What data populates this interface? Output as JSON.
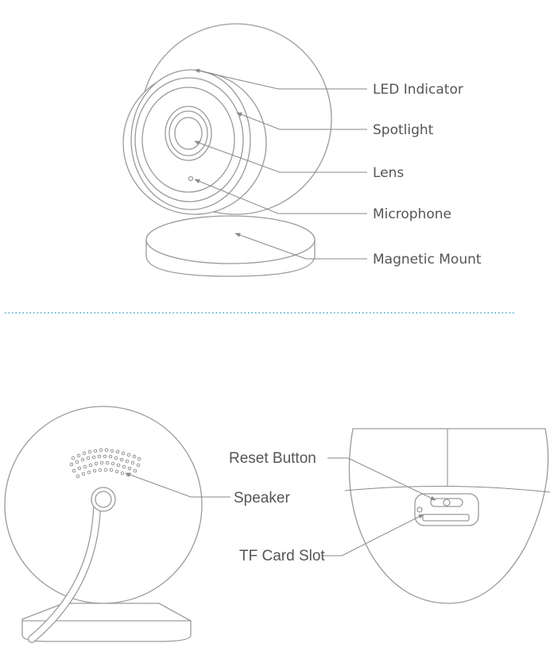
{
  "front_view": {
    "callouts": {
      "led": "LED Indicator",
      "spotlight": "Spotlight",
      "lens": "Lens",
      "microphone": "Microphone",
      "mount": "Magnetic Mount"
    }
  },
  "back_view": {
    "callouts": {
      "speaker": "Speaker"
    }
  },
  "bottom_view": {
    "callouts": {
      "reset": "Reset Button",
      "tf_card": "TF Card Slot"
    }
  },
  "colors": {
    "separator": "#3aa6c9",
    "outline": "#9a9a9a",
    "text": "#555555"
  }
}
